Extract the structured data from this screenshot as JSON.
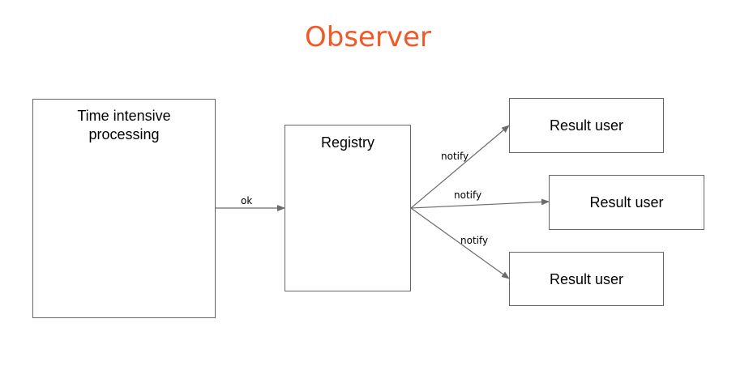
{
  "title": "Observer",
  "nodes": {
    "processing": {
      "label": "Time intensive processing"
    },
    "registry": {
      "label": "Registry"
    },
    "result_user_1": {
      "label": "Result user"
    },
    "result_user_2": {
      "label": "Result user"
    },
    "result_user_3": {
      "label": "Result user"
    }
  },
  "edges": {
    "ok": {
      "label": "ok",
      "from": "processing",
      "to": "registry"
    },
    "notify_1": {
      "label": "notify",
      "from": "registry",
      "to": "result_user_1"
    },
    "notify_2": {
      "label": "notify",
      "from": "registry",
      "to": "result_user_2"
    },
    "notify_3": {
      "label": "notify",
      "from": "registry",
      "to": "result_user_3"
    }
  },
  "colors": {
    "title": "#f05a28",
    "box_border": "#666666",
    "arrow": "#6b6b6b"
  }
}
